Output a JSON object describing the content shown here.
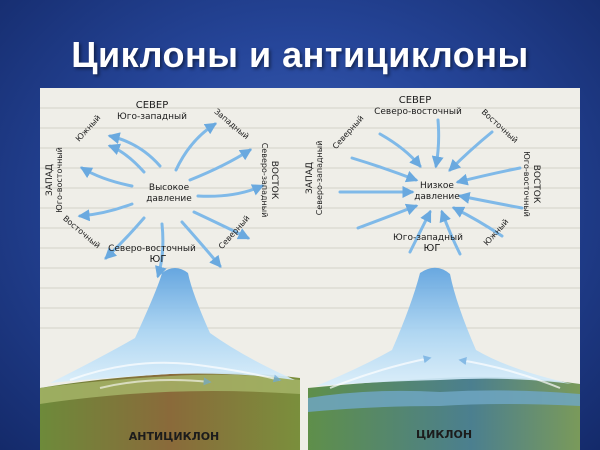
{
  "slide": {
    "title": "Циклоны и антициклоны"
  },
  "anticyclone": {
    "north": "СЕВЕР",
    "north_wind": "Юго-западный",
    "south": "ЮГ",
    "south_wind": "Северо-восточный",
    "west": "ЗАПАД",
    "west_wind": "Юго-восточный",
    "east": "ВОСТОК",
    "east_wind": "Северо-западный",
    "nw_wind": "Южный",
    "ne_wind": "Западный",
    "sw_wind": "Восточный",
    "se_wind": "Северный",
    "center_line1": "Высокое",
    "center_line2": "давление",
    "caption": "АНТИЦИКЛОН"
  },
  "cyclone": {
    "north": "СЕВЕР",
    "north_wind": "Северо-восточный",
    "south": "ЮГ",
    "south_wind": "Юго-западный",
    "west": "ЗАПАД",
    "west_wind": "Северо-западный",
    "east": "ВОСТОК",
    "east_wind": "Юго-восточный",
    "nw_wind": "Северный",
    "ne_wind": "Восточный",
    "se_wind": "Южный",
    "center_line1": "Низкое",
    "center_line2": "давление",
    "caption": "ЦИКЛОН"
  },
  "colors": {
    "background": "#26469a",
    "arrow": "#7fb9e8",
    "dome": "#8ec4ec",
    "panel": "#efeee8"
  }
}
